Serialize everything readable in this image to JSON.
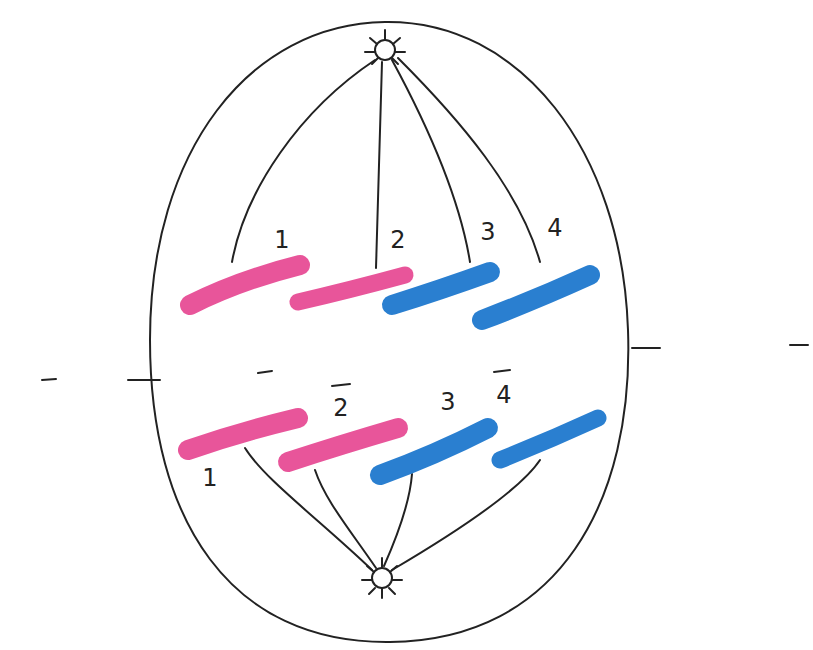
{
  "diagram": {
    "labels": [
      "1",
      "2",
      "3",
      "4",
      "1",
      "2",
      "3",
      "4"
    ]
  }
}
